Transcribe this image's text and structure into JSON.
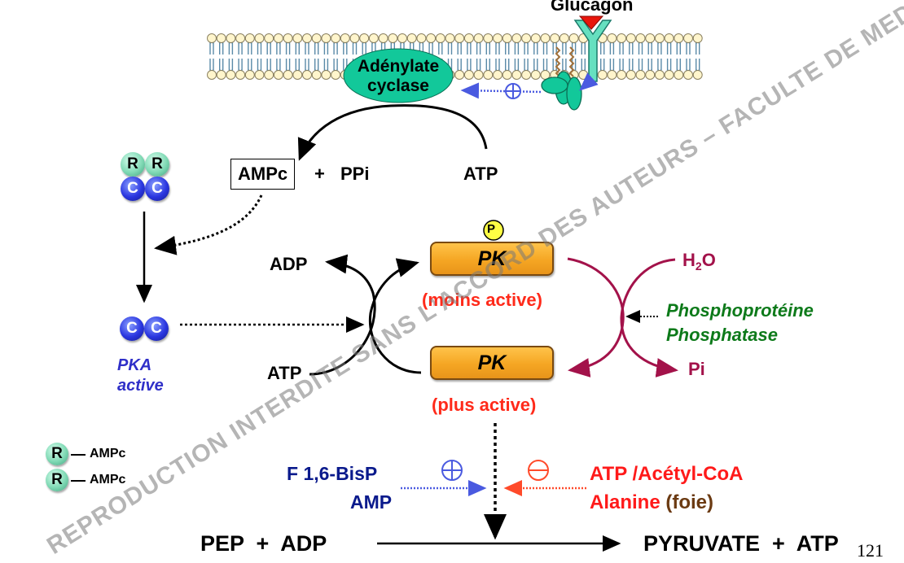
{
  "membrane": {
    "label_glucagon": "Glucagon",
    "adenylate_cyclase": [
      "Adénylate",
      "cyclase"
    ],
    "activation_symbol": "⊕"
  },
  "reaction_ac": {
    "product1": "AMPc",
    "plus": "+",
    "product2": "PPi",
    "substrate": "ATP"
  },
  "pka": {
    "holoenzyme": {
      "r_labels": [
        "R",
        "R"
      ],
      "c_labels": [
        "C",
        "C"
      ]
    },
    "active": {
      "c_labels": [
        "C",
        "C"
      ],
      "label": [
        "PKA",
        "active"
      ]
    },
    "released": [
      {
        "r_label": "R",
        "ligand": "AMPc"
      },
      {
        "r_label": "R",
        "ligand": "AMPc"
      }
    ]
  },
  "kinase_cycle": {
    "adp": "ADP",
    "atp": "ATP"
  },
  "pk": {
    "phospho_badge": "P",
    "top": {
      "label": "PK",
      "state": "(moins active)"
    },
    "bottom": {
      "label": "PK",
      "state": "(plus active)"
    }
  },
  "phosphatase_cycle": {
    "water": "H",
    "water_sub": "2",
    "water_o": "O",
    "pi": "Pi",
    "enzyme": [
      "Phosphoprotéine",
      "Phosphatase"
    ]
  },
  "regulation": {
    "activators": [
      "F 1,6-BisP",
      "AMP"
    ],
    "activator_symbol": "⊕",
    "inhibitor_symbol": "⊖",
    "inhibitors_line1": "ATP /Acétyl-CoA",
    "inhibitors_line2": "Alanine",
    "inhibitors_note": "(foie)"
  },
  "main_reaction": {
    "left": "PEP  +  ADP",
    "right": "PYRUVATE  +  ATP"
  },
  "colors": {
    "pk_fill": "#f5a623",
    "phosphatase_arc": "#a3124a",
    "phosphatase_text": "#0d7a1a",
    "activator_blue": "#0a1a8c",
    "inhibitor_red": "#ff1a1a",
    "foie_brown": "#6b3a12",
    "pka_active_text": "#2f2fc8",
    "membrane_head": "#fff5cc",
    "cyclase_fill": "#12c89a"
  },
  "watermark": "REPRODUCTION INTERDITE SANS L’ACCORD DES AUTEURS – FACULTE DE MEDECIN - C",
  "page_number": "121"
}
